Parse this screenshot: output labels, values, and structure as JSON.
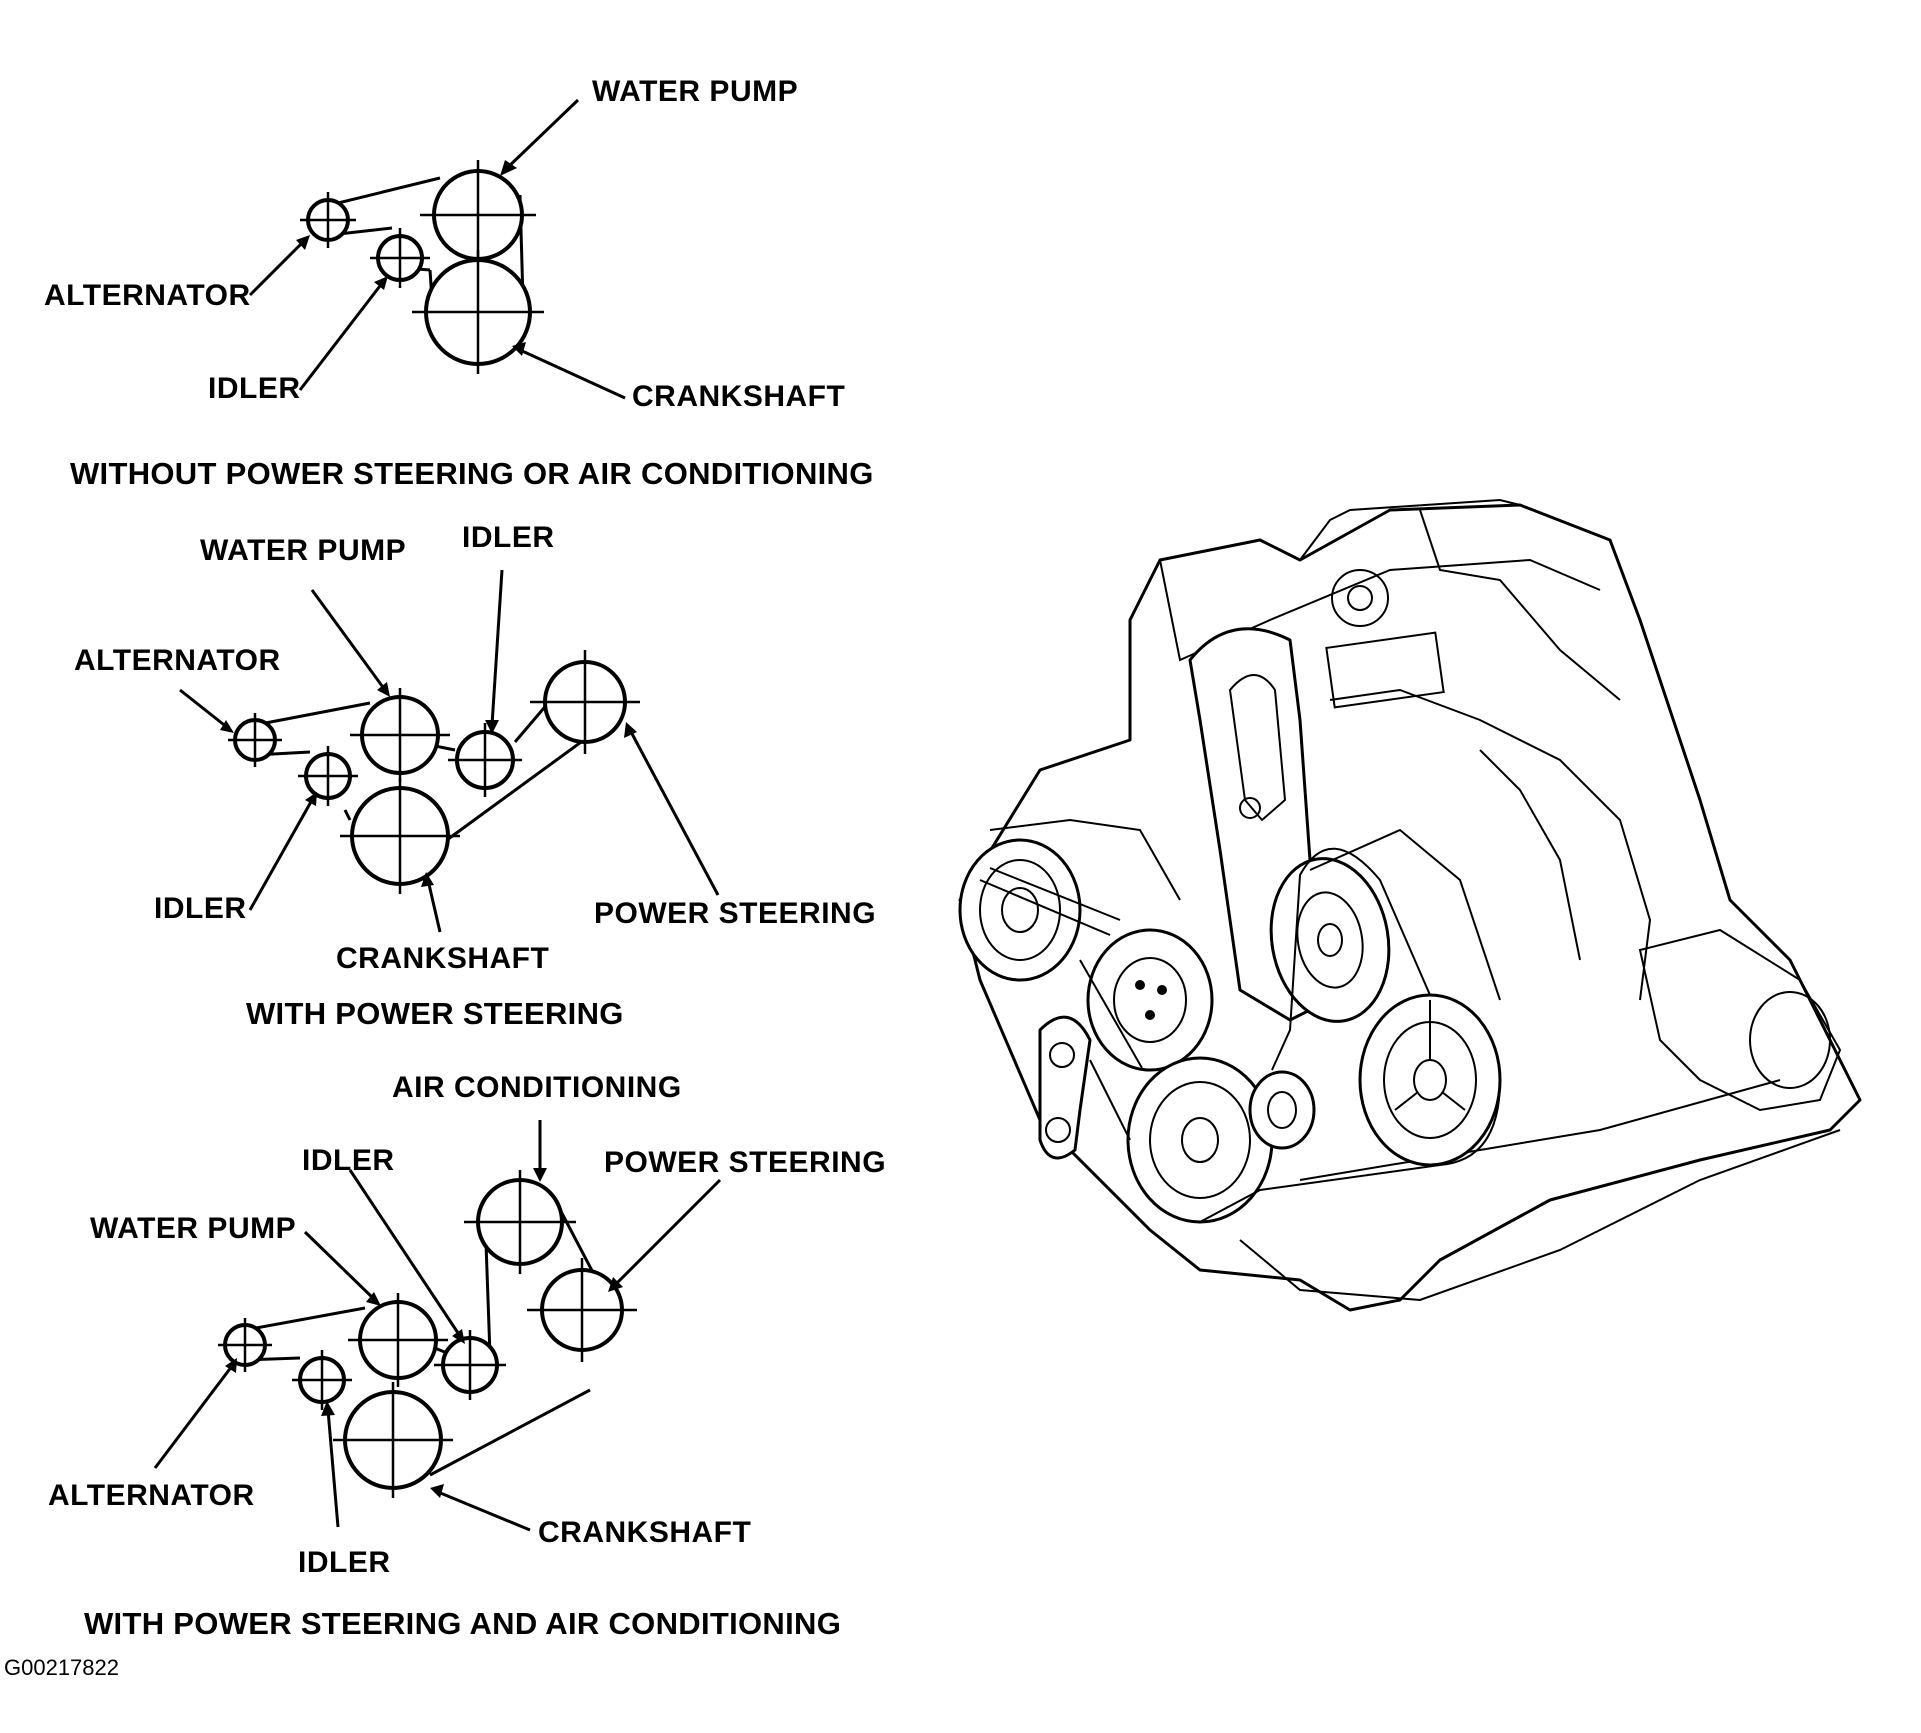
{
  "diagrams": [
    {
      "caption": "WITHOUT POWER STEERING OR AIR CONDITIONING",
      "labels": {
        "water_pump": "WATER PUMP",
        "alternator": "ALTERNATOR",
        "idler": "IDLER",
        "crankshaft": "CRANKSHAFT"
      }
    },
    {
      "caption": "WITH POWER STEERING",
      "labels": {
        "water_pump": "WATER PUMP",
        "idler_top": "IDLER",
        "alternator": "ALTERNATOR",
        "idler_bottom": "IDLER",
        "power_steering": "POWER STEERING",
        "crankshaft": "CRANKSHAFT"
      }
    },
    {
      "caption": "WITH POWER STEERING AND AIR CONDITIONING",
      "labels": {
        "air_conditioning": "AIR CONDITIONING",
        "idler_top": "IDLER",
        "power_steering": "POWER STEERING",
        "water_pump": "WATER PUMP",
        "alternator": "ALTERNATOR",
        "crankshaft": "CRANKSHAFT",
        "idler_bottom": "IDLER"
      }
    }
  ],
  "figure_code": "G00217822"
}
